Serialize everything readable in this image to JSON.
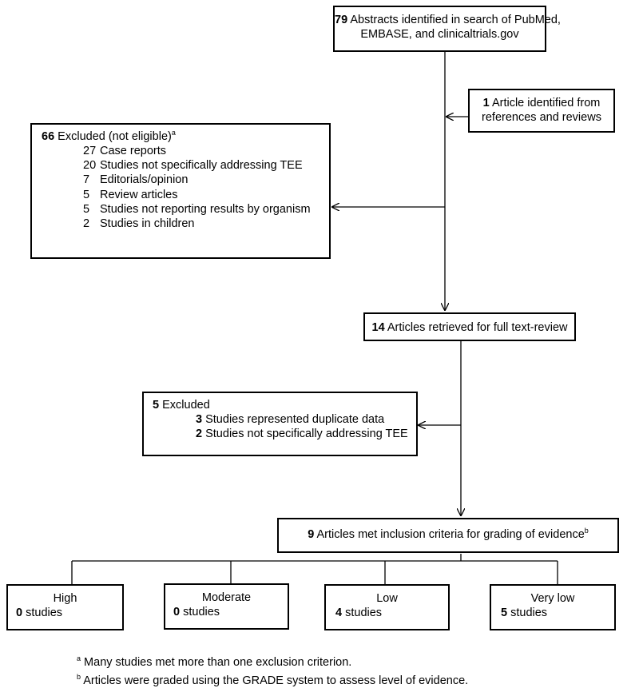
{
  "top_box": {
    "count": "79",
    "text": "Abstracts identified in search of PubMed,",
    "text2": "EMBASE, and clinicaltrials.gov"
  },
  "added_box": {
    "count": "1",
    "text": "Article identified from",
    "text2": "references and reviews"
  },
  "excluded1": {
    "count": "66",
    "title": "Excluded (not eligible)",
    "sup": "a",
    "items": [
      {
        "n": "27",
        "label": "Case reports"
      },
      {
        "n": "20",
        "label": "Studies not specifically addressing TEE"
      },
      {
        "n": "7",
        "label": "Editorials/opinion"
      },
      {
        "n": "5",
        "label": "Review articles"
      },
      {
        "n": "5",
        "label": "Studies not reporting results by organism"
      },
      {
        "n": "2",
        "label": "Studies in children"
      }
    ]
  },
  "retrieved": {
    "count": "14",
    "text": "Articles retrieved for full text-review"
  },
  "excluded2": {
    "count": "5",
    "title": "Excluded",
    "items": [
      {
        "n": "3",
        "label": "Studies represented duplicate data"
      },
      {
        "n": "2",
        "label": "Studies not specifically addressing TEE"
      }
    ]
  },
  "included": {
    "count": "9",
    "text": "Articles met inclusion criteria for grading of evidence",
    "sup": "b"
  },
  "grades": [
    {
      "level": "High",
      "count": "0",
      "unit": "studies"
    },
    {
      "level": "Moderate",
      "count": "0",
      "unit": "studies"
    },
    {
      "level": "Low",
      "count": "4",
      "unit": "studies"
    },
    {
      "level": "Very low",
      "count": "5",
      "unit": "studies"
    }
  ],
  "footnotes": [
    {
      "mark": "a",
      "text": "Many studies met more than one exclusion criterion."
    },
    {
      "mark": "b",
      "text": "Articles were graded using the GRADE system to assess level of evidence."
    }
  ]
}
